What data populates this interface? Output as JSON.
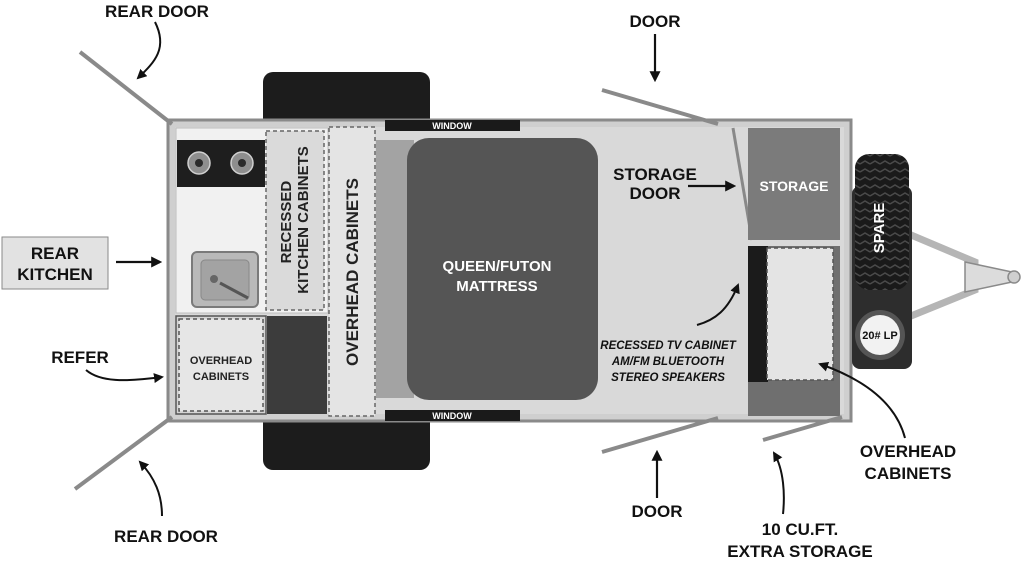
{
  "labels": {
    "rear_door_top": "REAR DOOR",
    "rear_door_bottom": "REAR DOOR",
    "rear_kitchen": [
      "REAR",
      "KITCHEN"
    ],
    "refer": "REFER",
    "overhead_cabinets_small": [
      "OVERHEAD",
      "CABINETS"
    ],
    "recessed_kitchen_cabinets": [
      "RECESSED",
      "KITCHEN CABINETS"
    ],
    "overhead_cabinets_vertical": "OVERHEAD CABINETS",
    "window_top": "WINDOW",
    "window_bottom": "WINDOW",
    "mattress": [
      "QUEEN/FUTON",
      "MATTRESS"
    ],
    "door_top": "DOOR",
    "door_bottom": "DOOR",
    "storage_door": [
      "STORAGE",
      "DOOR"
    ],
    "storage": "STORAGE",
    "spare": "SPARE",
    "lp_tank": "20# LP",
    "tv_cabinet": [
      "RECESSED TV CABINET",
      "AM/FM BLUETOOTH",
      "STEREO SPEAKERS"
    ],
    "overhead_cabinets_right": [
      "OVERHEAD",
      "CABINETS"
    ],
    "extra_storage": [
      "10 CU.FT.",
      "EXTRA STORAGE"
    ]
  },
  "colors": {
    "body": "#cfcfcf",
    "body_border": "#8a8a8a",
    "wheel": "#1c1c1c",
    "mattress": "#555555",
    "storage_box": "#7b7b7b",
    "cabinet_fill": "#e4e4e4",
    "arrow": "#111111"
  },
  "icons": [
    "stove-icon",
    "sink-icon",
    "spare-tire-icon",
    "lp-tank-icon",
    "hitch-icon",
    "arrow-icon"
  ]
}
